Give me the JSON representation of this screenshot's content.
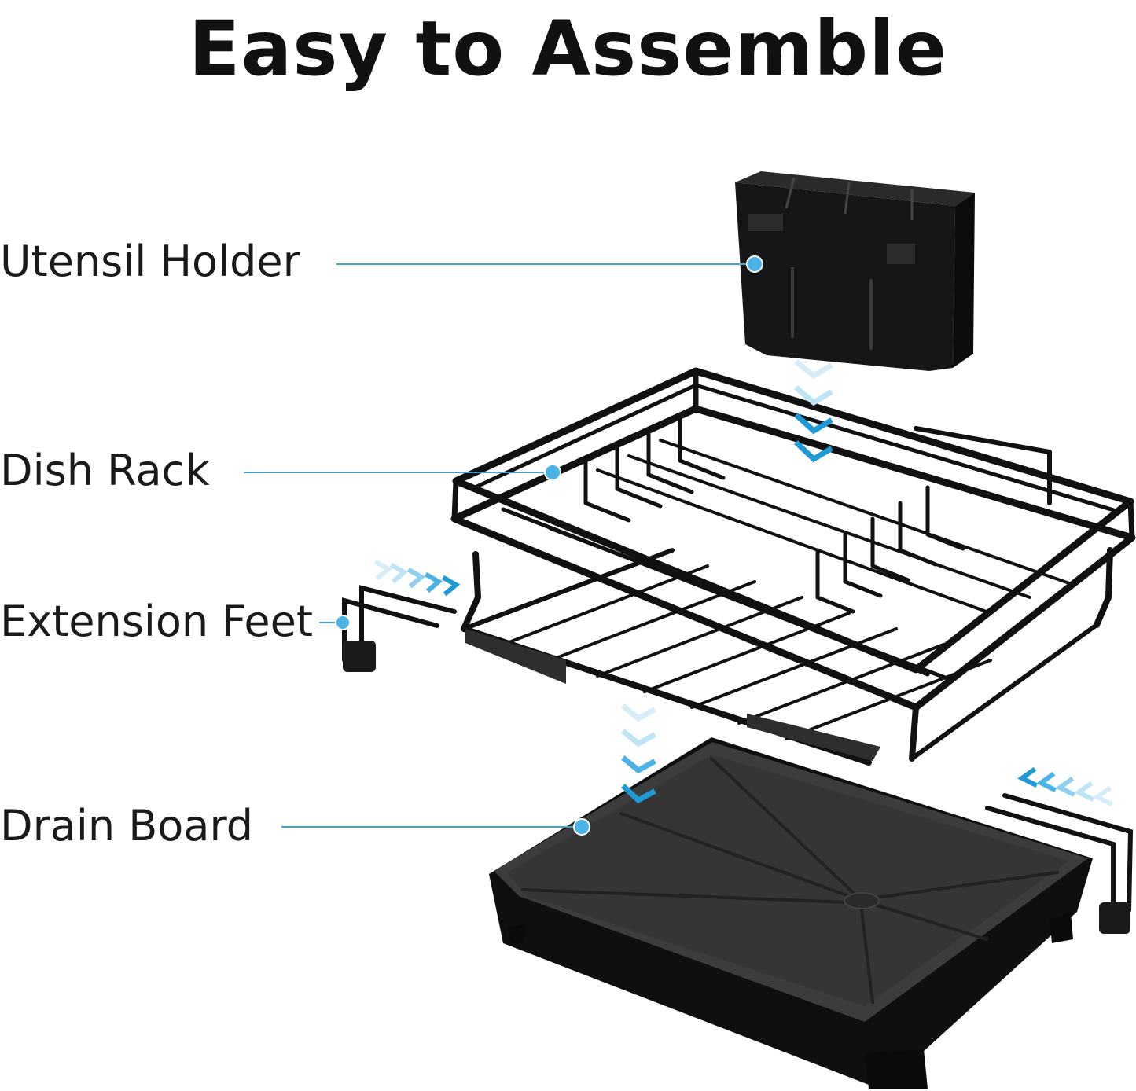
{
  "title": "Easy to Assemble",
  "parts": [
    {
      "id": "utensil-holder",
      "label": "Utensil Holder"
    },
    {
      "id": "dish-rack",
      "label": "Dish Rack"
    },
    {
      "id": "extension-feet",
      "label": "Extension Feet"
    },
    {
      "id": "drain-board",
      "label": "Drain Board"
    }
  ],
  "colors": {
    "leader_line": "#3aa6d8",
    "leader_dot": "#4bb3e6",
    "arrow_light": "#bfe4f6",
    "arrow_dark": "#1f9ad6",
    "product": "#111111",
    "tray_surface": "#3c3c3c"
  }
}
